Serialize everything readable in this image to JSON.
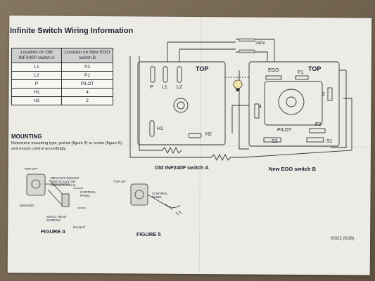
{
  "document": {
    "title": "Infinite Switch Wiring Information",
    "table": {
      "headers": [
        "Location on Old INF240P switch A",
        "Location on New EGO switch B"
      ],
      "rows": [
        [
          "L1",
          "P2"
        ],
        [
          "L2",
          "P1"
        ],
        [
          "P",
          "PILOT"
        ],
        [
          "H1",
          "4"
        ],
        [
          "H2",
          "2"
        ]
      ]
    },
    "mounting": {
      "heading": "MOUNTING",
      "text": "Determine mounting type, palnut (figure 4) or screw (figure 5), and mount control accordingly."
    },
    "diagram": {
      "voltage": "240V",
      "switch_a": {
        "top": "TOP",
        "terminals": [
          "P",
          "L1",
          "L2"
        ],
        "h1": "H1",
        "h2": "H2",
        "caption": "Old INF240P switch A"
      },
      "switch_b": {
        "ego": "EGO",
        "p1": "P1",
        "top": "TOP",
        "two": "2",
        "four": "4",
        "pilot": "PILOT",
        "p2": "P2",
        "s2": "S2",
        "s1": "S1",
        "caption": "New EGO switch B"
      }
    },
    "figure4": {
      "top_up": "\"TOP UP\"",
      "bracket": "BRACKET (MOUNT VERTICALLY OR HORIZONTALLY)",
      "control_panel": "CONTROL PANEL",
      "bushing": "BUSHING",
      "small_head_screws": "SMALL HEAD SCREWS",
      "palnut": "PALNUT",
      "caption": "FIGURE 4"
    },
    "figure5": {
      "top_up": "\"TOP UP\"",
      "control_panel": "CONTROL PANEL",
      "caption": "FIGURE 5"
    },
    "doc_code": "IS022 (8/18)"
  }
}
